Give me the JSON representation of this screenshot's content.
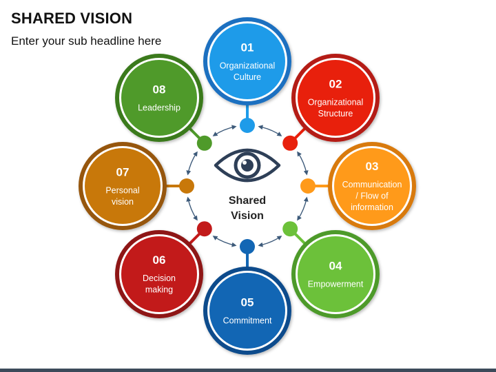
{
  "header": {
    "title": "SHARED VISION",
    "subtitle": "Enter your sub headline here"
  },
  "center": {
    "icon": "eye-icon",
    "lines": [
      "Shared",
      "Vision"
    ],
    "text_color": "#222222",
    "icon_color": "#2e3f57"
  },
  "items": [
    {
      "number": "01",
      "lines": [
        "Organizational",
        "Culture"
      ],
      "color": "#1e9be9",
      "ring": "#1a6fc0"
    },
    {
      "number": "02",
      "lines": [
        "Organizational",
        "Structure"
      ],
      "color": "#e8200c",
      "ring": "#b41e12"
    },
    {
      "number": "03",
      "lines": [
        "Communication",
        "/ Flow of",
        "information"
      ],
      "color": "#ff9a1a",
      "ring": "#d87a10"
    },
    {
      "number": "04",
      "lines": [
        "Empowerment"
      ],
      "color": "#6cc13a",
      "ring": "#4d9a2a"
    },
    {
      "number": "05",
      "lines": [
        "Commitment"
      ],
      "color": "#1266b4",
      "ring": "#0c4c8c"
    },
    {
      "number": "06",
      "lines": [
        "Decision",
        "making"
      ],
      "color": "#c21a1a",
      "ring": "#8e1414"
    },
    {
      "number": "07",
      "lines": [
        "Personal",
        "vision"
      ],
      "color": "#c8780a",
      "ring": "#96560a"
    },
    {
      "number": "08",
      "lines": [
        "Leadership"
      ],
      "color": "#4f9a2a",
      "ring": "#3a7a1c"
    }
  ],
  "colors": {
    "arrow": "#3d5a7a",
    "bottom_bar": "#3c4a5a",
    "ring_background": "#e9eef3"
  }
}
